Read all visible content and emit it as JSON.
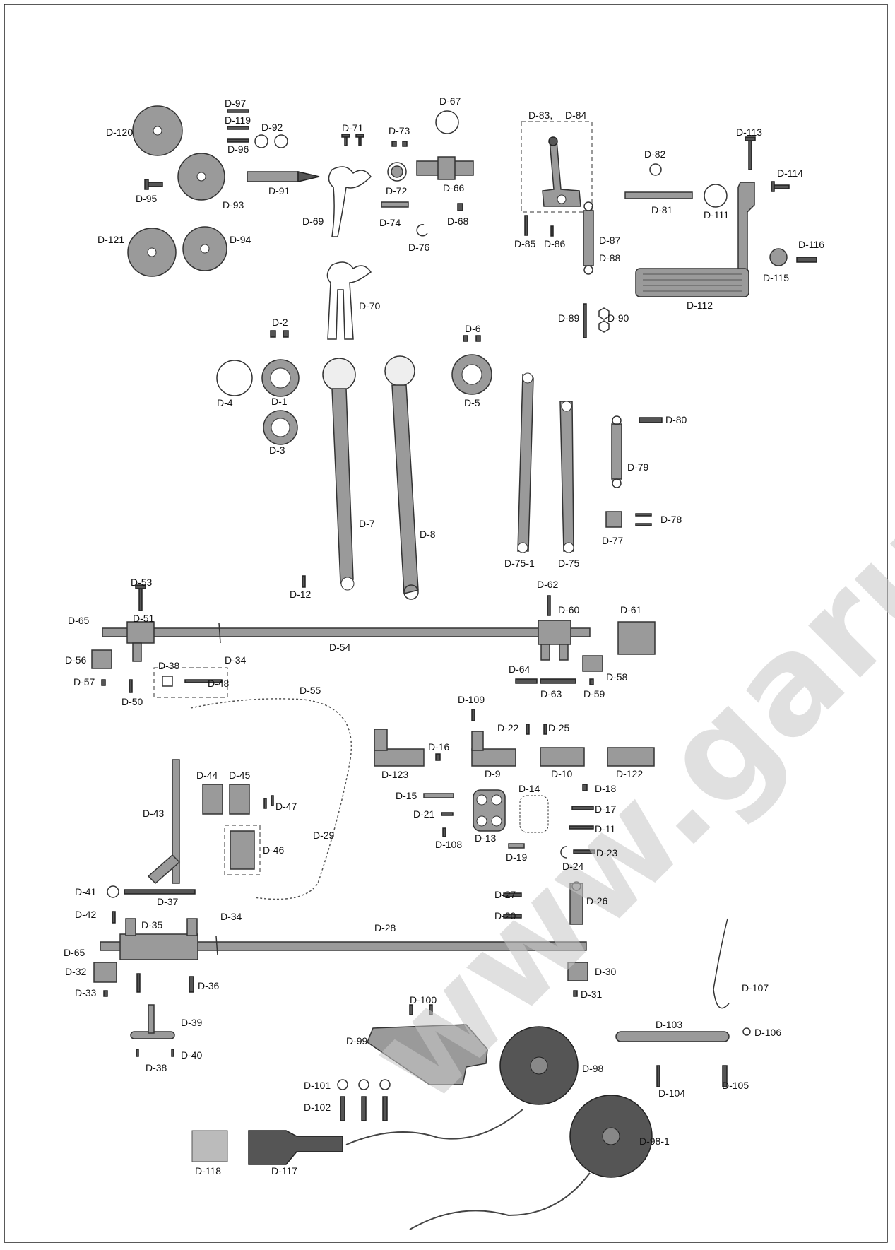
{
  "watermark": "www.garudan.cz",
  "labels": {
    "D-1": "D-1",
    "D-2": "D-2",
    "D-3": "D-3",
    "D-4": "D-4",
    "D-5": "D-5",
    "D-6": "D-6",
    "D-7": "D-7",
    "D-8": "D-8",
    "D-9": "D-9",
    "D-10": "D-10",
    "D-11": "D-11",
    "D-12": "D-12",
    "D-13": "D-13",
    "D-14": "D-14",
    "D-15": "D-15",
    "D-16": "D-16",
    "D-17": "D-17",
    "D-18": "D-18",
    "D-19": "D-19",
    "D-20": "D-20",
    "D-21": "D-21",
    "D-22": "D-22",
    "D-23": "D-23",
    "D-24": "D-24",
    "D-25": "D-25",
    "D-26": "D-26",
    "D-27": "D-27",
    "D-28": "D-28",
    "D-29": "D-29",
    "D-30": "D-30",
    "D-31": "D-31",
    "D-32": "D-32",
    "D-33": "D-33",
    "D-34": "D-34",
    "D-35": "D-35",
    "D-36": "D-36",
    "D-37": "D-37",
    "D-38": "D-38",
    "D-39": "D-39",
    "D-40": "D-40",
    "D-41": "D-41",
    "D-42": "D-42",
    "D-43": "D-43",
    "D-44": "D-44",
    "D-45": "D-45",
    "D-46": "D-46",
    "D-47": "D-47",
    "D-48": "D-48",
    "D-50": "D-50",
    "D-51": "D-51",
    "D-53": "D-53",
    "D-54": "D-54",
    "D-55": "D-55",
    "D-56": "D-56",
    "D-57": "D-57",
    "D-58": "D-58",
    "D-59": "D-59",
    "D-60": "D-60",
    "D-61": "D-61",
    "D-62": "D-62",
    "D-63": "D-63",
    "D-64": "D-64",
    "D-65": "D-65",
    "D-66": "D-66",
    "D-67": "D-67",
    "D-68": "D-68",
    "D-69": "D-69",
    "D-70": "D-70",
    "D-71": "D-71",
    "D-72": "D-72",
    "D-73": "D-73",
    "D-74": "D-74",
    "D-75": "D-75",
    "D-75-1": "D-75-1",
    "D-76": "D-76",
    "D-77": "D-77",
    "D-78": "D-78",
    "D-79": "D-79",
    "D-80": "D-80",
    "D-81": "D-81",
    "D-82": "D-82",
    "D-83,": "D-83,",
    "D-84": "D-84",
    "D-85": "D-85",
    "D-86": "D-86",
    "D-87": "D-87",
    "D-88": "D-88",
    "D-89": "D-89",
    "D-90": "D-90",
    "D-91": "D-91",
    "D-92": "D-92",
    "D-93": "D-93",
    "D-94": "D-94",
    "D-95": "D-95",
    "D-96": "D-96",
    "D-97": "D-97",
    "D-98": "D-98",
    "D-98-1": "D-98-1",
    "D-99": "D-99",
    "D-100": "D-100",
    "D-101": "D-101",
    "D-102": "D-102",
    "D-103": "D-103",
    "D-104": "D-104",
    "D-105": "D-105",
    "D-106": "D-106",
    "D-107": "D-107",
    "D-108": "D-108",
    "D-109": "D-109",
    "D-111": "D-111",
    "D-112": "D-112",
    "D-113": "D-113",
    "D-114": "D-114",
    "D-115": "D-115",
    "D-116": "D-116",
    "D-117": "D-117",
    "D-118": "D-118",
    "D-119": "D-119",
    "D-120": "D-120",
    "D-121": "D-121",
    "D-122": "D-122",
    "D-123": "D-123"
  }
}
